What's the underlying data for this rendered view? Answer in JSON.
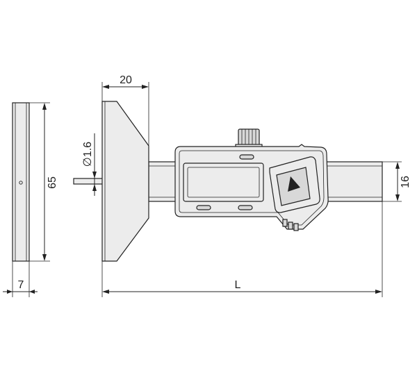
{
  "dimensions": {
    "base_width": "20",
    "rod_diameter": "∅1.6",
    "base_height": "65",
    "base_thickness": "7",
    "body_height": "16",
    "overall_length": "L"
  },
  "icons": {
    "arrow_button": "triangle-up-icon"
  }
}
